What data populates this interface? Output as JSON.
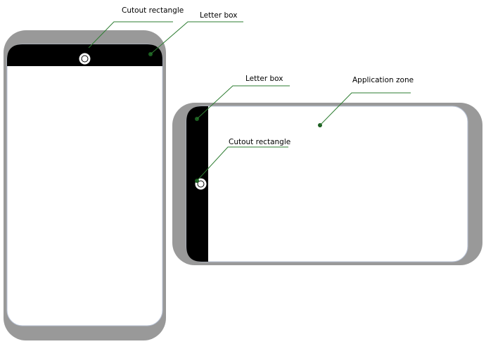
{
  "colors": {
    "device_body": "#999999",
    "screen": "#ffffff",
    "screen_edge": "#b9c3d6",
    "letterbox": "#000000",
    "camera_ring": "#ffffff",
    "camera_lens": "#000000",
    "leader_line": "#2e7d32",
    "leader_dot": "#1b5e20"
  },
  "icons": {
    "camera": "camera-icon",
    "anchor": "dot-icon"
  },
  "portrait": {
    "labels": {
      "cutout": "Cutout rectangle",
      "letterbox": "Letter box"
    }
  },
  "landscape": {
    "labels": {
      "letterbox": "Letter box",
      "app_zone": "Application zone",
      "cutout": "Cutout rectangle"
    }
  }
}
